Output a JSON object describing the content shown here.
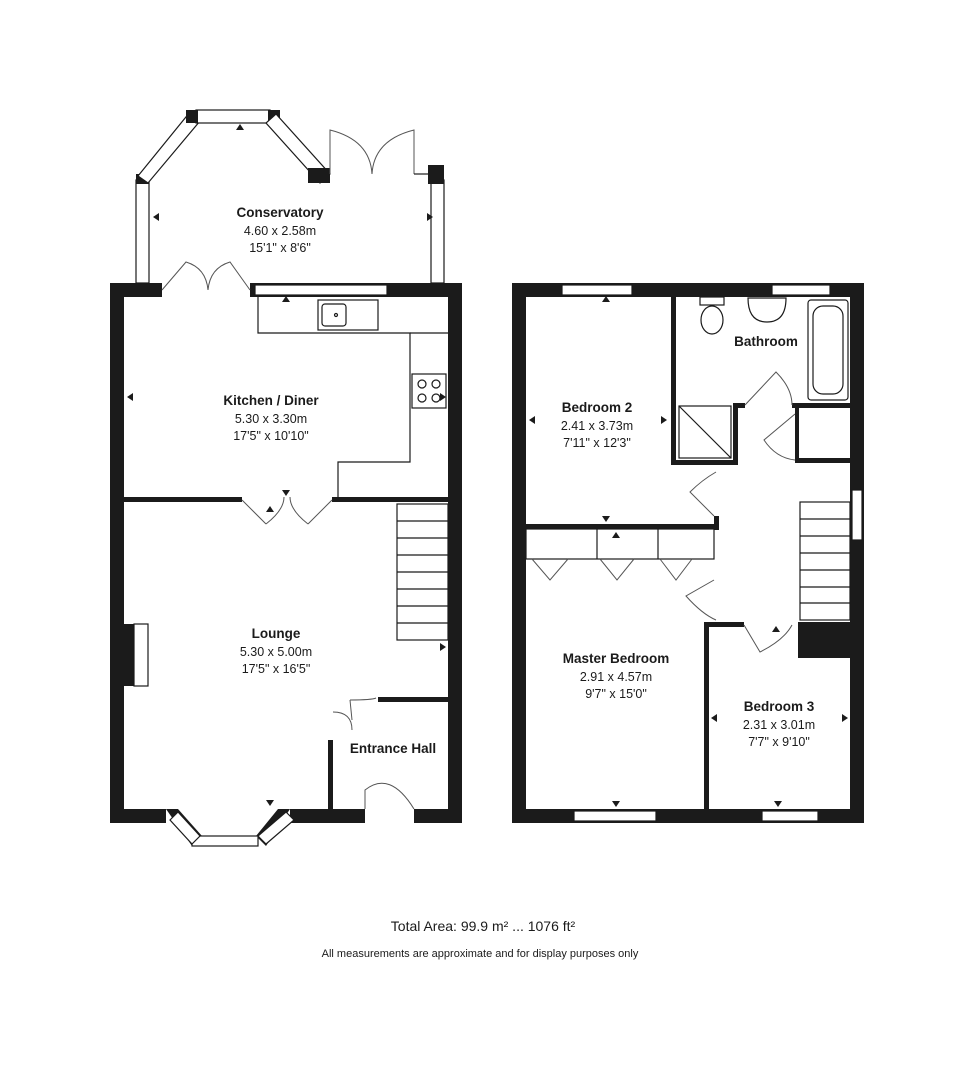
{
  "rooms": {
    "conservatory": {
      "name": "Conservatory",
      "metric": "4.60 x 2.58m",
      "imperial": "15'1\" x 8'6\""
    },
    "kitchen": {
      "name": "Kitchen / Diner",
      "metric": "5.30 x 3.30m",
      "imperial": "17'5\" x 10'10\""
    },
    "lounge": {
      "name": "Lounge",
      "metric": "5.30 x 5.00m",
      "imperial": "17'5\" x 16'5\""
    },
    "entrance_hall": {
      "name": "Entrance Hall"
    },
    "bathroom": {
      "name": "Bathroom"
    },
    "bedroom2": {
      "name": "Bedroom 2",
      "metric": "2.41 x 3.73m",
      "imperial": "7'11\" x 12'3\""
    },
    "master": {
      "name": "Master Bedroom",
      "metric": "2.91 x 4.57m",
      "imperial": "9'7\" x 15'0\""
    },
    "bedroom3": {
      "name": "Bedroom 3",
      "metric": "2.31 x 3.01m",
      "imperial": "7'7\" x 9'10\""
    }
  },
  "footer": {
    "total_area": "Total Area: 99.9 m² ... 1076 ft²",
    "disclaimer": "All measurements are approximate and for display purposes only"
  },
  "colors": {
    "wall": "#1b1b1b",
    "background": "#ffffff"
  }
}
